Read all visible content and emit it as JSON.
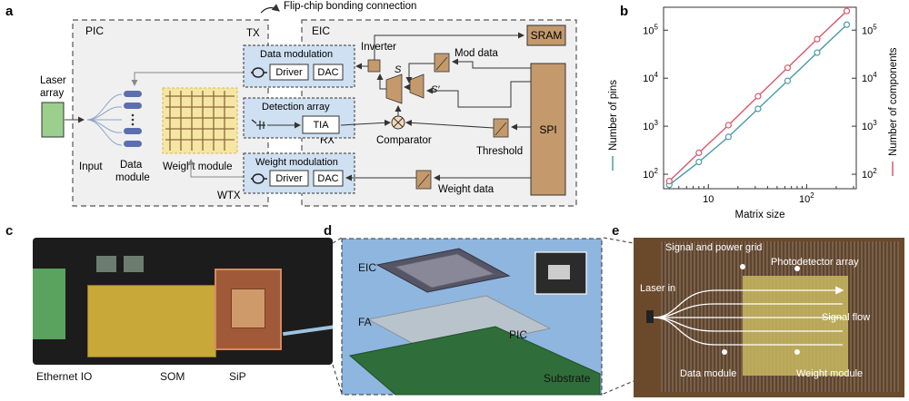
{
  "panels": {
    "a": {
      "letter": "a",
      "flip_chip": "Flip-chip bonding connection",
      "pic_label": "PIC",
      "eic_label": "EIC",
      "tx": "TX",
      "rx": "RX",
      "wtx": "WTX",
      "laser_array": [
        "Laser",
        "array"
      ],
      "input": "Input",
      "data_module": [
        "Data",
        "module"
      ],
      "weight_module": "Weight module",
      "data_modulation": "Data modulation",
      "detection_array": "Detection array",
      "weight_modulation": "Weight modulation",
      "driver": "Driver",
      "dac": "DAC",
      "tia": "TIA",
      "inverter": "Inverter",
      "mod_data": "Mod data",
      "s": "S",
      "s_prime": "S′",
      "comparator": "Comparator",
      "threshold": "Threshold",
      "weight_data": "Weight data",
      "sram": "SRAM",
      "spi": "SPI"
    },
    "b": {
      "letter": "b",
      "xlabel": "Matrix size",
      "ylabel_left": "Number of pins",
      "ylabel_right": "Number of components"
    },
    "c": {
      "letter": "c",
      "ethernet": "Ethernet IO",
      "som": "SOM",
      "sip": "SiP"
    },
    "d": {
      "letter": "d",
      "eic": "EIC",
      "fa": "FA",
      "pic": "PIC",
      "substrate": "Substrate"
    },
    "e": {
      "letter": "e",
      "signal_power_grid": "Signal and power grid",
      "photodetector_array": "Photodetector array",
      "laser_in": "Laser in",
      "signal_flow": "Signal flow",
      "data_module": "Data module",
      "weight_module": "Weight module"
    }
  },
  "chart_data": {
    "type": "line",
    "xscale": "log",
    "yscale": "log",
    "xlim": [
      3.5,
      320
    ],
    "ylim": [
      50,
      300000
    ],
    "x_ticks": [
      10,
      100
    ],
    "x_tick_labels": [
      "10",
      "10^2"
    ],
    "y_ticks": [
      100,
      1000,
      10000,
      100000
    ],
    "y_tick_labels": [
      "10^2",
      "10^3",
      "10^4",
      "10^5"
    ],
    "series": [
      {
        "axis": "left",
        "color": "#4a9aa8",
        "x": [
          4,
          8,
          16,
          32,
          64,
          128,
          256
        ],
        "y": [
          60,
          180,
          600,
          2300,
          8800,
          34000,
          130000
        ]
      },
      {
        "axis": "right",
        "color": "#d9596a",
        "x": [
          4,
          8,
          16,
          32,
          64,
          128,
          256
        ],
        "y": [
          72,
          280,
          1050,
          4200,
          16500,
          65000,
          250000
        ]
      }
    ],
    "xlabel": "Matrix size",
    "ylabel_left": "Number of pins",
    "ylabel_right": "Number of components",
    "grid": false
  }
}
